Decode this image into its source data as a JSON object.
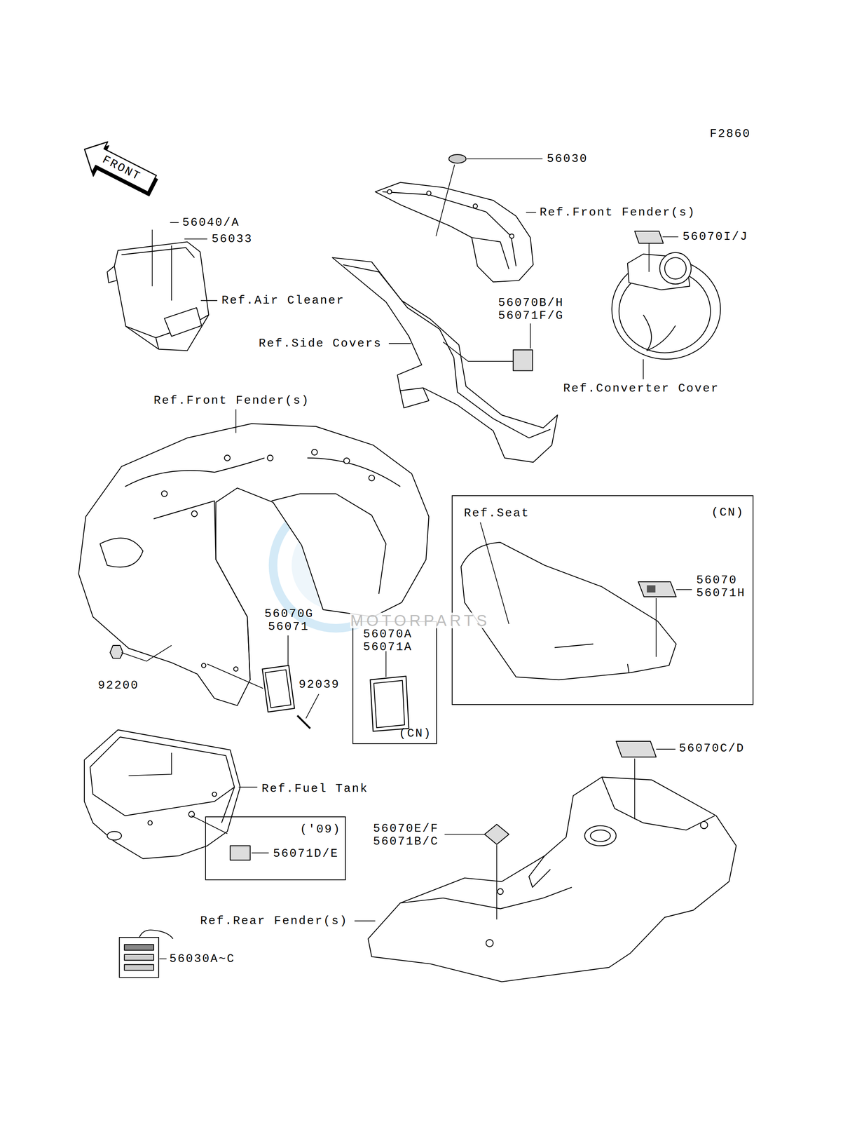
{
  "diagram": {
    "nodes": [
      {
        "text": [
          "Ref.Seat",
          "(CN)",
          "56070",
          "56071H"
        ]
      },
      {
        "text": [
          "56070A",
          "56071A",
          "(CN)"
        ]
      },
      {
        "text": [
          "('09)",
          "56071D/E"
        ]
      }
    ],
    "labels": [
      "F2860",
      "FRONT",
      "56030",
      "Ref.Front Fender(s)",
      "56040/A",
      "56033",
      "Ref.Air Cleaner",
      "56070I/J",
      "56070B/H",
      "56071F/G",
      "Ref.Side Covers",
      "Ref.Converter Cover",
      "Ref.Front Fender(s)",
      "56070G",
      "56071",
      "92200",
      "92039",
      "MOTORPARTS",
      "Ref.Fuel Tank",
      "56070C/D",
      "56070E/F",
      "56071B/C",
      "Ref.Rear Fender(s)",
      "56030A~C"
    ]
  }
}
